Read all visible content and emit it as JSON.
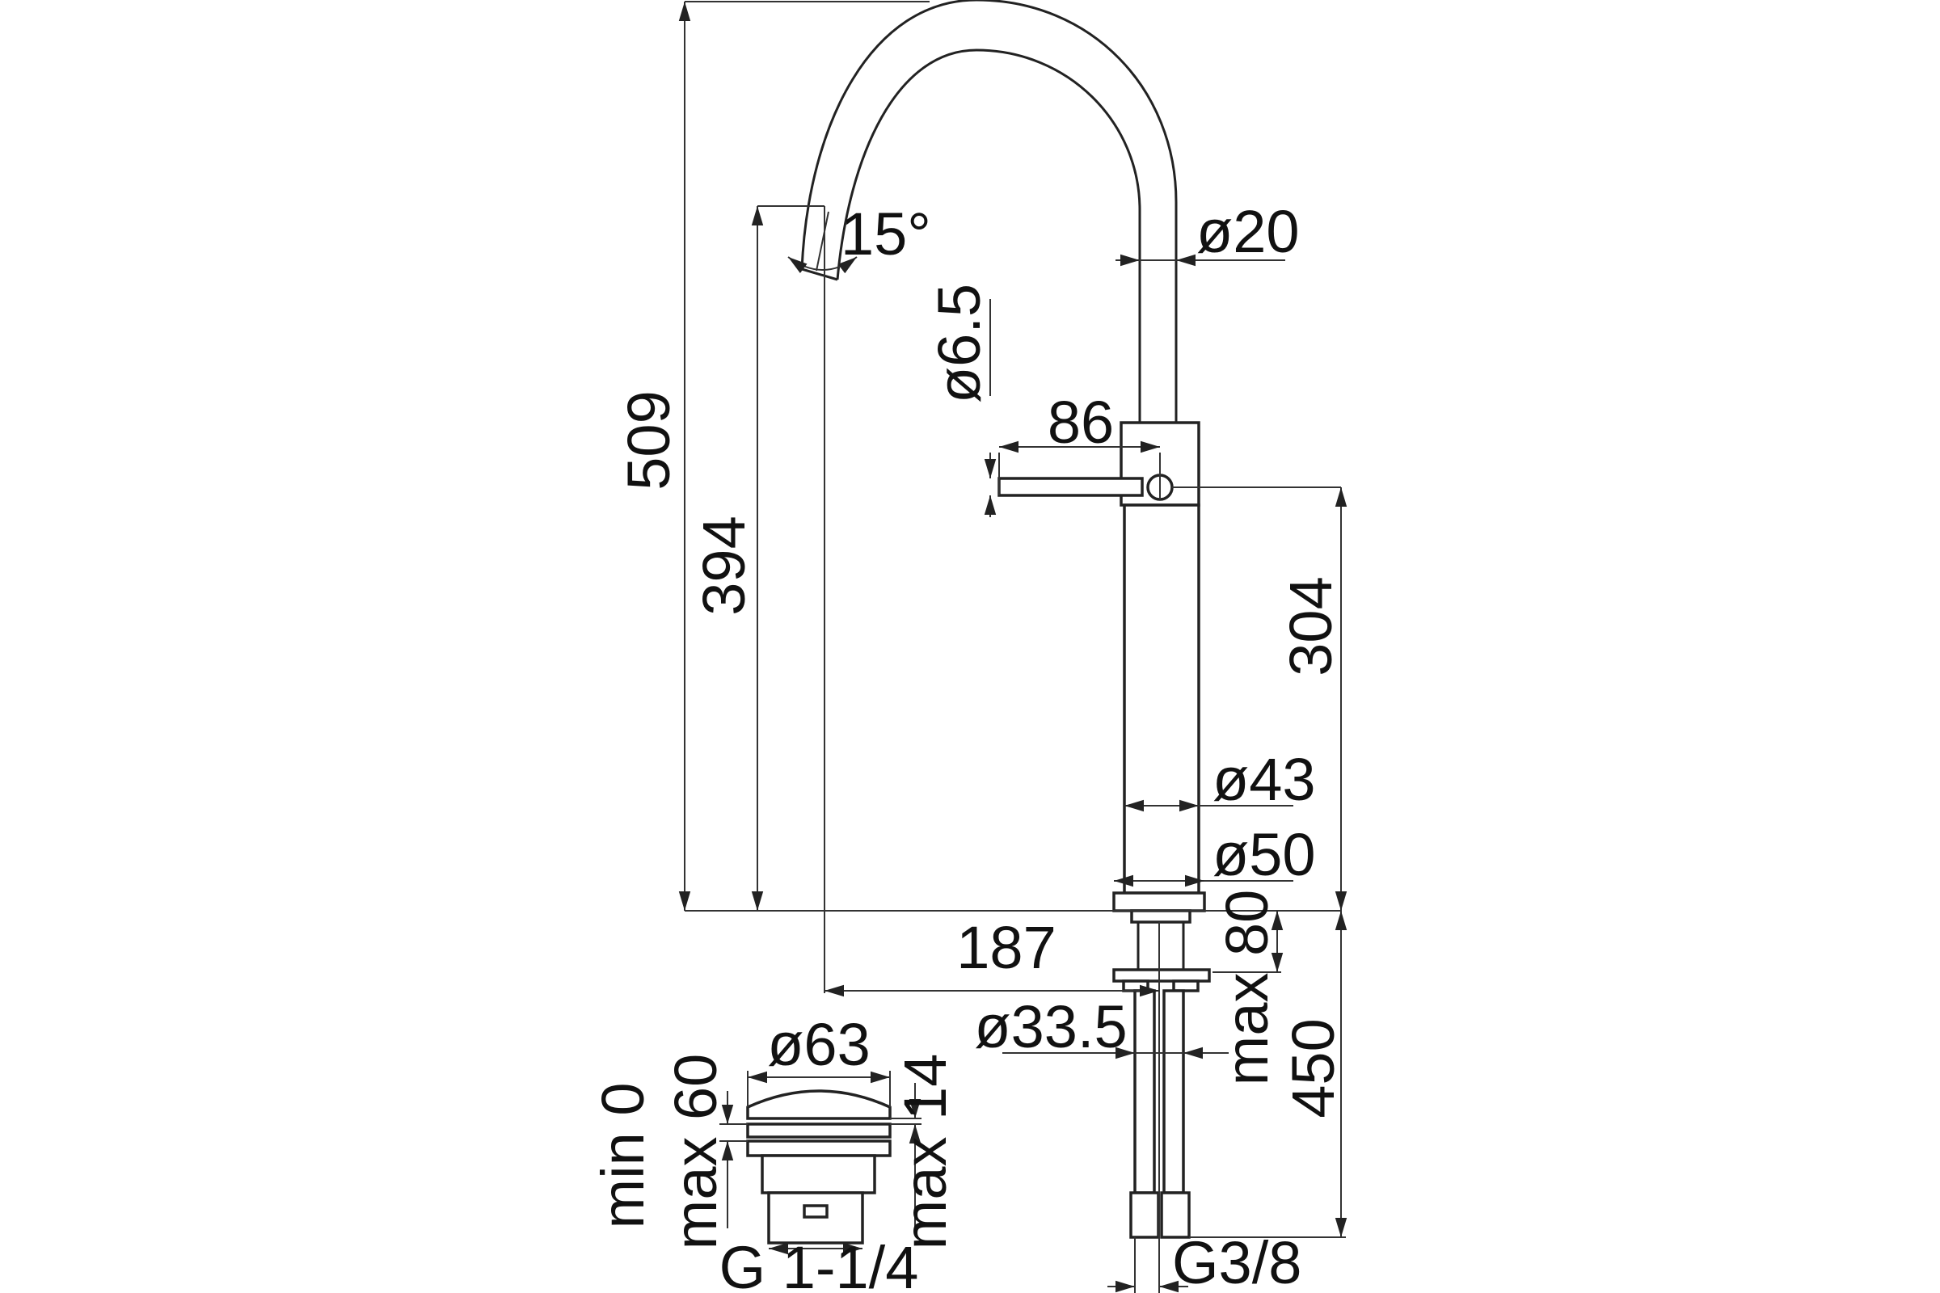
{
  "drawing": {
    "title_hidden": null,
    "labels": {
      "height_total": "509",
      "spout_height": "394",
      "lever_height": "304",
      "angle": "15°",
      "neck_diameter": "ø20",
      "lever_diameter": "ø6.5",
      "lever_length": "86",
      "body_diameter": "ø43",
      "base_diameter": "ø50",
      "spout_reach": "187",
      "max_deck": "max 80",
      "hole_diameter": "ø33.5",
      "hose_length": "450",
      "hose_thread": "G3/8",
      "waste_diameter": "ø63",
      "waste_min": "min 0",
      "waste_max60": "max 60",
      "waste_max14": "max 14",
      "waste_thread": "G 1-1/4"
    }
  },
  "colors": {
    "line": "#222222",
    "background": "#ffffff"
  }
}
